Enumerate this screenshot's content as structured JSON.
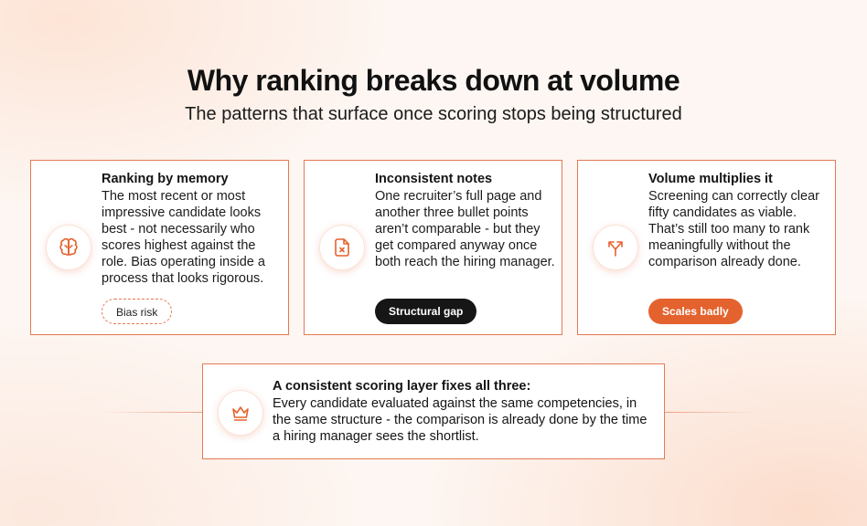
{
  "header": {
    "title": "Why ranking breaks down at volume",
    "subtitle": "The patterns that surface once scoring stops being structured"
  },
  "cards": [
    {
      "icon": "brain-icon",
      "title": "Ranking by memory",
      "body": "The most recent or most impressive candidate looks best - not necessarily who scores highest against the role. Bias operating inside a process that looks rigorous.",
      "tag": "Bias risk"
    },
    {
      "icon": "document-x-icon",
      "title": "Inconsistent notes",
      "body": "One recruiter’s full page and another three bullet points aren’t comparable - but they get compared anyway once both reach the hiring manager.",
      "tag": "Structural gap"
    },
    {
      "icon": "split-arrows-icon",
      "title": "Volume multiplies it",
      "body": "Screening can correctly clear fifty candidates as viable. That’s still too many to rank meaningfully without the comparison already done.",
      "tag": "Scales badly"
    }
  ],
  "summary": {
    "icon": "crown-icon",
    "title": "A consistent scoring layer fixes all three:",
    "body": "Every candidate evaluated against the same competencies, in the same structure - the comparison is already done by the time a hiring manager sees the shortlist."
  },
  "colors": {
    "accent": "#e4622e",
    "border": "#e47a55",
    "dark_tag": "#161616"
  }
}
